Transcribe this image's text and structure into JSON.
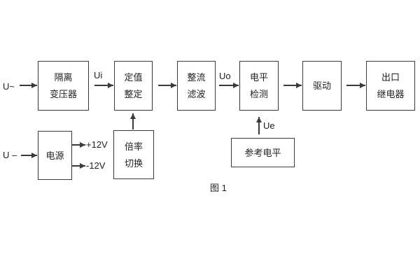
{
  "diagram": {
    "caption": "图 1",
    "colors": {
      "line": "#3a3a3a",
      "text": "#1f1f1f",
      "background": "#ffffff"
    },
    "boxes": {
      "isolation_transformer": {
        "line1": "隔离",
        "line2": "变压器"
      },
      "setting_adjust": {
        "line1": "定值",
        "line2": "整定"
      },
      "rectifier_filter": {
        "line1": "整流",
        "line2": "滤波"
      },
      "level_detect": {
        "line1": "电平",
        "line2": "检测"
      },
      "driver": {
        "line1": "驱动"
      },
      "output_relay": {
        "line1": "出口",
        "line2": "继电器"
      },
      "power_supply": {
        "line1": "电源"
      },
      "ratio_switch": {
        "line1": "倍率",
        "line2": "切换"
      },
      "reference_level": {
        "line1": "参考电平"
      }
    },
    "signals": {
      "u_ac": "U~",
      "u_dc": "U –",
      "ui": "Ui",
      "uo": "Uo",
      "ue": "Ue",
      "plus12v": "+12V",
      "minus12v": "-12V"
    }
  }
}
